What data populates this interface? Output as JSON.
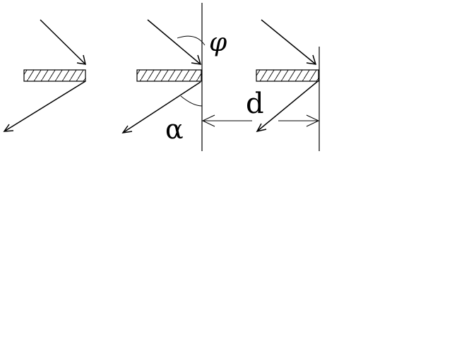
{
  "labels": {
    "phi": "φ",
    "alpha": "α",
    "d": "d"
  },
  "colors": {
    "ink": "#000000",
    "background": "#ffffff"
  }
}
